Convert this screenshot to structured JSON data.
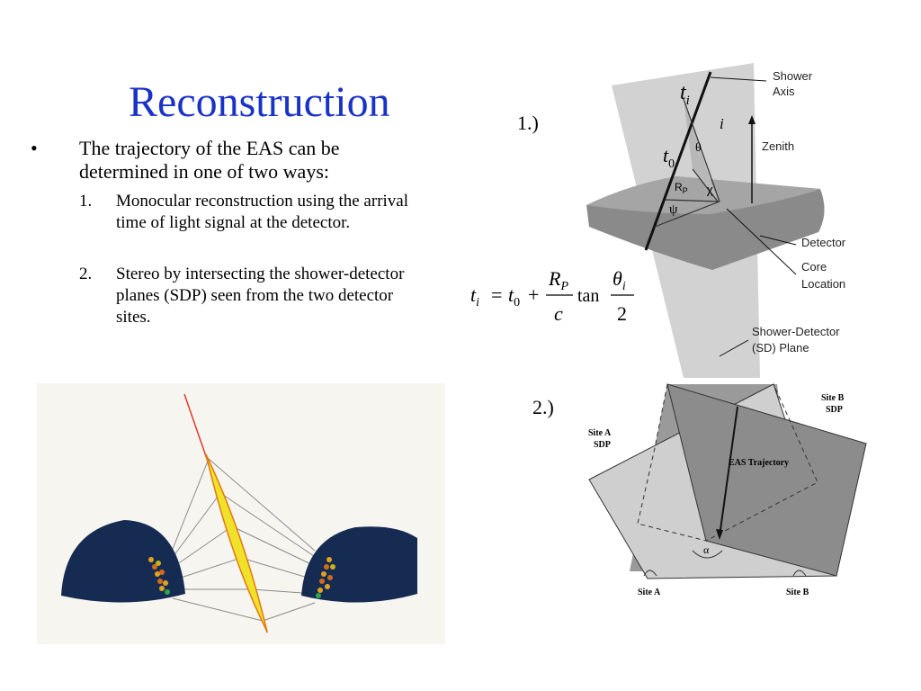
{
  "slide": {
    "title": "Reconstruction",
    "bullet_symbol": "•",
    "bullet_text": "The trajectory of the EAS can be determined in one of two ways:",
    "items": [
      {
        "num": "1.",
        "text": "Monocular reconstruction using the arrival time of light signal at the detector."
      },
      {
        "num": "2.",
        "text": "Stereo by intersecting the shower-detector planes (SDP) seen from the two detector sites."
      }
    ],
    "label_1": "1.)",
    "label_2": "2.)"
  },
  "diagram1": {
    "shower_axis": "Shower",
    "shower_axis_2": "Axis",
    "zenith": "Zenith",
    "detector": "Detector",
    "core": "Core",
    "core_2": "Location",
    "sd_plane": "Shower-Detector",
    "sd_plane_2": "(SD) Plane",
    "t": "t",
    "sub_i": "i",
    "sub_0": "0",
    "i_label": "i",
    "theta": "θ",
    "chi": "χ",
    "psi": "ψ",
    "rp": "R",
    "rp_sub": "P"
  },
  "formula": {
    "t": "t",
    "sub_i": "i",
    "eq": "=",
    "t0": "t",
    "sub_0": "0",
    "plus": "+",
    "rp": "R",
    "sub_p": "P",
    "c": "c",
    "tan": "tan",
    "theta": "θ",
    "two": "2"
  },
  "diagram2": {
    "site_a_sdp": "Site A",
    "site_a_sdp_2": "SDP",
    "site_b_sdp": "Site B",
    "site_b_sdp_2": "SDP",
    "trajectory": "EAS Trajectory",
    "alpha": "α",
    "site_a": "Site A",
    "site_b": "Site B"
  }
}
